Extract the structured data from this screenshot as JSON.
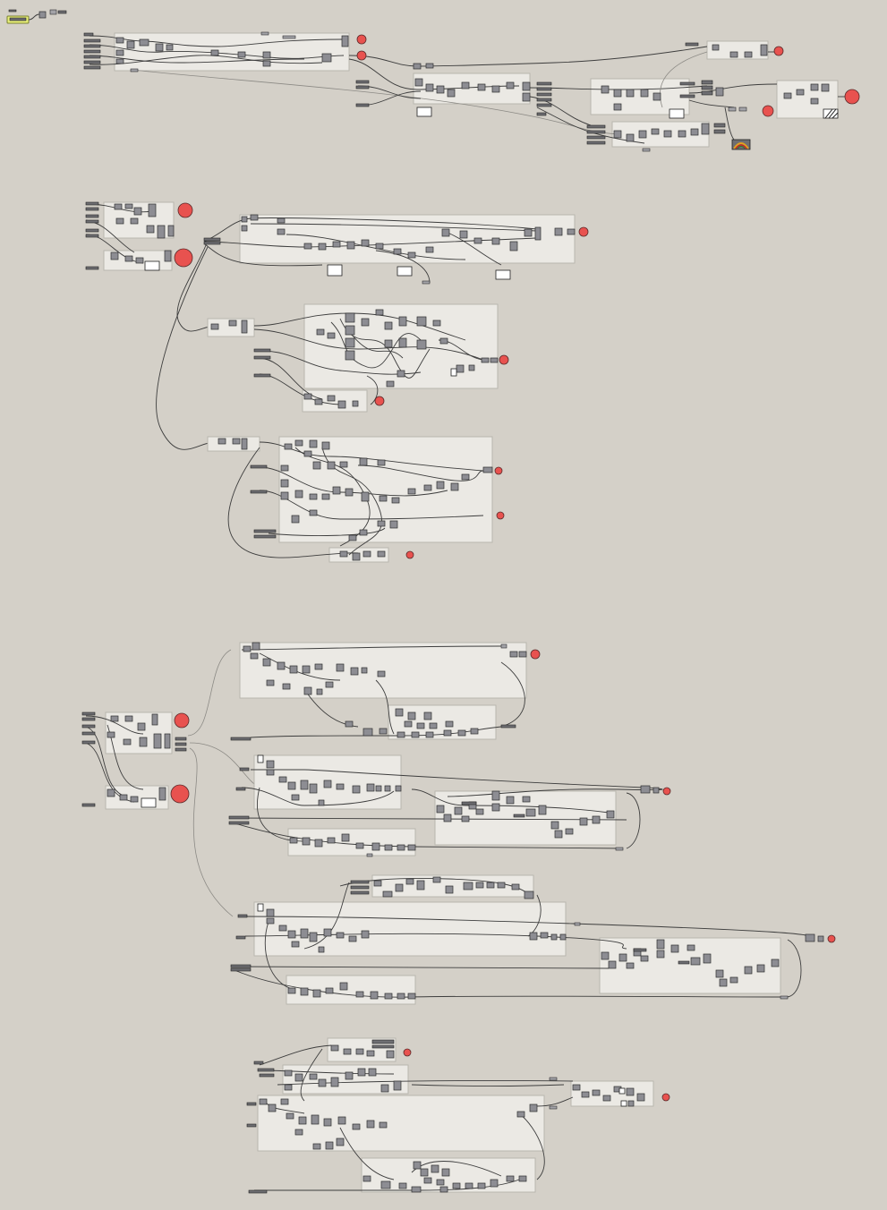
{
  "canvas": {
    "background_color": "#d4d0c8",
    "group_color": "#ebe9e4",
    "component_color": "#8d8d93",
    "preview_output_color": "#e8524f",
    "selected_color": "#e8f07a",
    "swatch_colors": [
      "#e0a020",
      "#c02828",
      "#2a7a2a"
    ]
  },
  "icons": {
    "preview_marker": "red-circle-icon",
    "hatch_preview": "hatch-pattern-icon",
    "color_swatch": "gradient-swatch-icon"
  },
  "groups": [
    {
      "id": "cluster-1",
      "preview_outputs": 6
    },
    {
      "id": "cluster-2",
      "preview_outputs": 3
    },
    {
      "id": "cluster-3",
      "preview_outputs": 2
    },
    {
      "id": "cluster-4",
      "preview_outputs": 3
    },
    {
      "id": "cluster-5",
      "preview_outputs": 3
    },
    {
      "id": "cluster-6",
      "preview_outputs": 2
    },
    {
      "id": "cluster-7",
      "preview_outputs": 1
    },
    {
      "id": "cluster-8",
      "preview_outputs": 2
    }
  ]
}
